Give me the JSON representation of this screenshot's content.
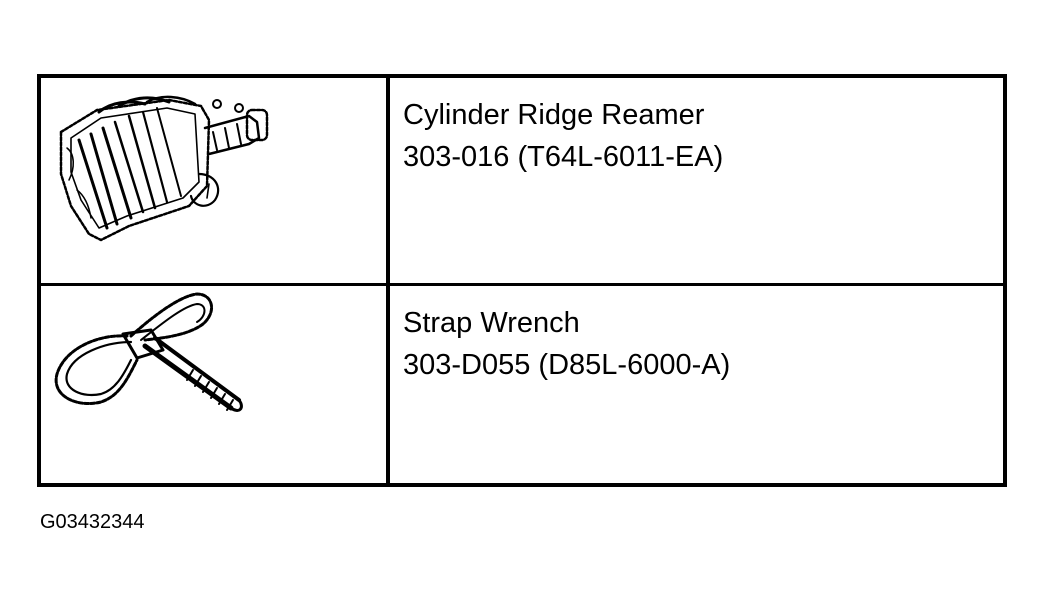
{
  "tools": [
    {
      "name": "Cylinder Ridge Reamer",
      "part_number": "303-016 (T64L-6011-EA)",
      "icon": "cylinder-ridge-reamer-icon"
    },
    {
      "name": "Strap Wrench",
      "part_number": "303-D055 (D85L-6000-A)",
      "icon": "strap-wrench-icon"
    }
  ],
  "figure_id": "G03432344"
}
